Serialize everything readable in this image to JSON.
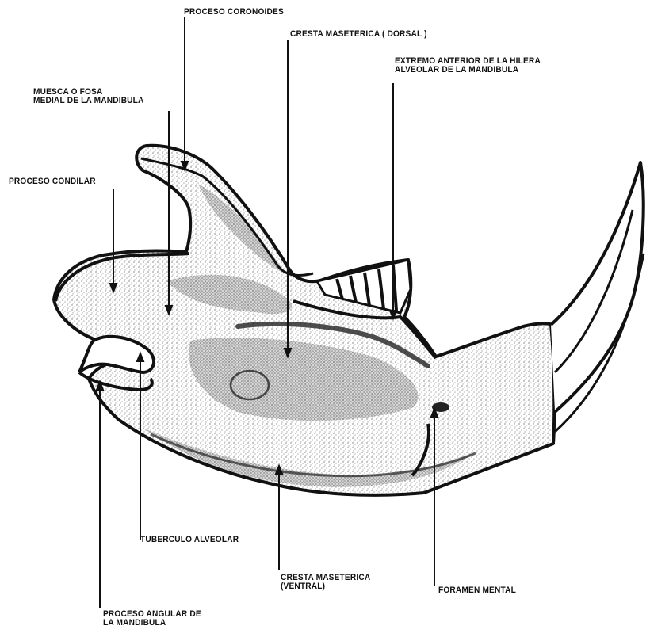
{
  "labels": {
    "proceso_coronoides": "PROCESO CORONOIDES",
    "cresta_maseterica_dorsal": "CRESTA MASETERICA ( DORSAL )",
    "extremo_anterior_line1": "EXTREMO ANTERIOR DE LA HILERA",
    "extremo_anterior_line2": "ALVEOLAR DE LA MANDIBULA",
    "muesca_line1": "MUESCA O FOSA",
    "muesca_line2": "MEDIAL DE LA MANDIBULA",
    "proceso_condilar": "PROCESO CONDILAR",
    "tuberculo_alveolar": "TUBERCULO ALVEOLAR",
    "cresta_maseterica_ventral_line1": "CRESTA MASETERICA",
    "cresta_maseterica_ventral_line2": "(VENTRAL)",
    "foramen_mental": "FORAMEN MENTAL",
    "proceso_angular_line1": "PROCESO ANGULAR DE",
    "proceso_angular_line2": "LA MANDIBULA"
  }
}
